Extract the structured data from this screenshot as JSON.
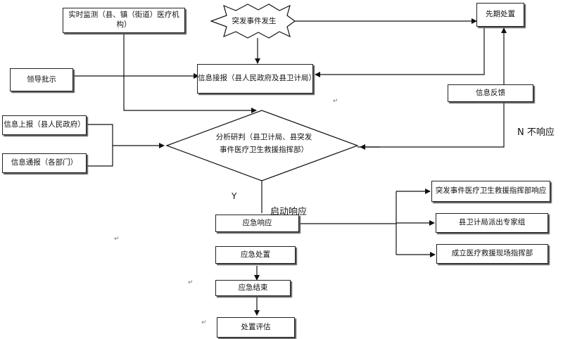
{
  "nodes": {
    "realtime_monitor": "实时监测（县、镇（街道）医疗机构）",
    "emergency_occurs": "突发事件发生",
    "early_response": "先期处置",
    "leader_instruction": "领导批示",
    "info_receive": "信息接报（县人民政府及县卫计局）",
    "info_feedback": "信息反馈",
    "report_up": "信息上报（县人民政府）",
    "notify": "信息通报（各部门）",
    "analysis_line1": "分析研判（县卫计局、县突发",
    "analysis_line2": "事件医疗卫生救援指挥部）",
    "emergency_response": "应急响应",
    "emergency_handling": "应急处置",
    "emergency_end": "应急结束",
    "evaluation": "处置评估",
    "command_response": "突发事件医疗卫生救援指挥部响应",
    "expert_group": "县卫计局派出专家组",
    "onsite_command": "成立医疗救援现场指挥部"
  },
  "labels": {
    "no_response": "N 不响应",
    "yes": "Y",
    "start_response": "启动响应"
  },
  "para_mark": "↵"
}
